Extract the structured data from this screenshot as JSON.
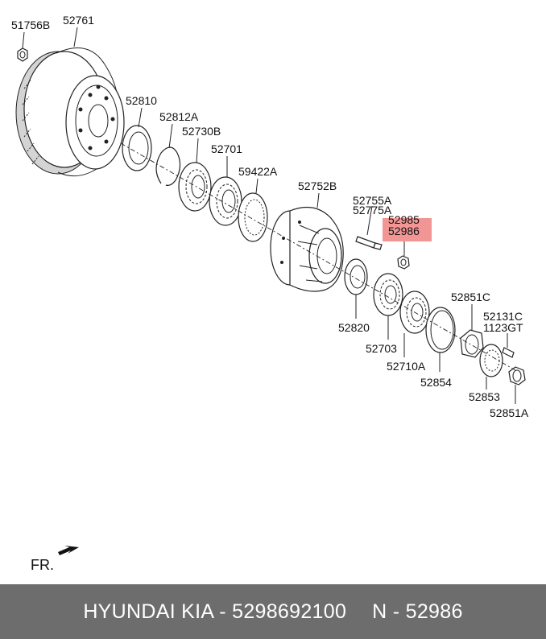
{
  "parts": {
    "p51756B": "51756B",
    "p52761": "52761",
    "p52810": "52810",
    "p52812A": "52812A",
    "p52730B": "52730B",
    "p52701": "52701",
    "p59422A": "59422A",
    "p52752B": "52752B",
    "p52755A": "52755A",
    "p52775A": "52775A",
    "p52985": "52985",
    "p52986": "52986",
    "p52851C": "52851C",
    "p52131C": "52131C",
    "p1123GT": "1123GT",
    "p52820": "52820",
    "p52703": "52703",
    "p52710A": "52710A",
    "p52854": "52854",
    "p52853": "52853",
    "p52851A": "52851A"
  },
  "highlight": {
    "part": "52986",
    "color": "#f08a8a"
  },
  "direction_label": "FR.",
  "footer": {
    "left": "HYUNDAI  KIA - 5298692100",
    "right": "N - 52986",
    "background": "#6d6d6d"
  }
}
